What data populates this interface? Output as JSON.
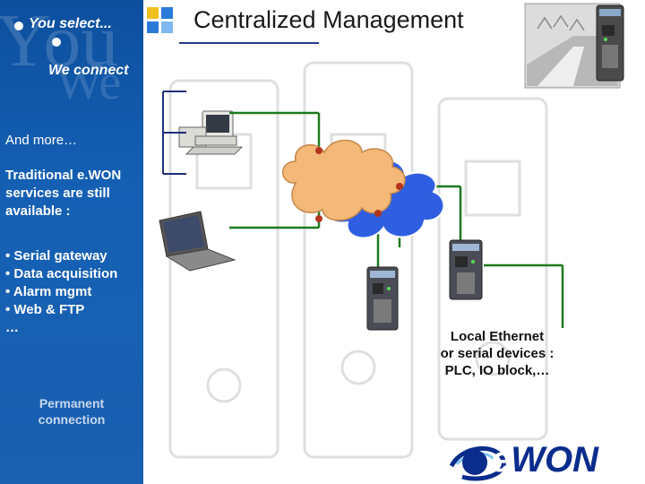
{
  "header": {
    "title": "Centralized Management"
  },
  "brand": {
    "tagline_1": "You select...",
    "tagline_2": "We connect"
  },
  "sidebar": {
    "heading": "And more…",
    "intro_lines": [
      "Traditional e.WON",
      "services are still",
      "available :"
    ],
    "bullets": [
      "• Serial gateway",
      "• Data acquisition",
      "• Alarm mgmt",
      "• Web & FTP",
      "…"
    ],
    "permanent_lines": [
      "Permanent",
      "connection"
    ]
  },
  "diagram": {
    "caption_lines": [
      "Local Ethernet",
      "or serial devices :",
      "PLC, IO block,…"
    ],
    "clouds": [
      {
        "name": "internet-cloud",
        "color": "#f4b878"
      },
      {
        "name": "network-cloud",
        "color": "#2f5fe0"
      }
    ],
    "link_color": "#1e7a1e",
    "node_color": "#b2361e",
    "lan_color": "#1f2f7a",
    "devices": [
      "desktop-computer",
      "laptop-computer",
      "ewon-gateway",
      "ewon-gateway"
    ]
  },
  "logo": {
    "text_main": "WON",
    "text_e": "e",
    "color": "#0a2c8c"
  }
}
